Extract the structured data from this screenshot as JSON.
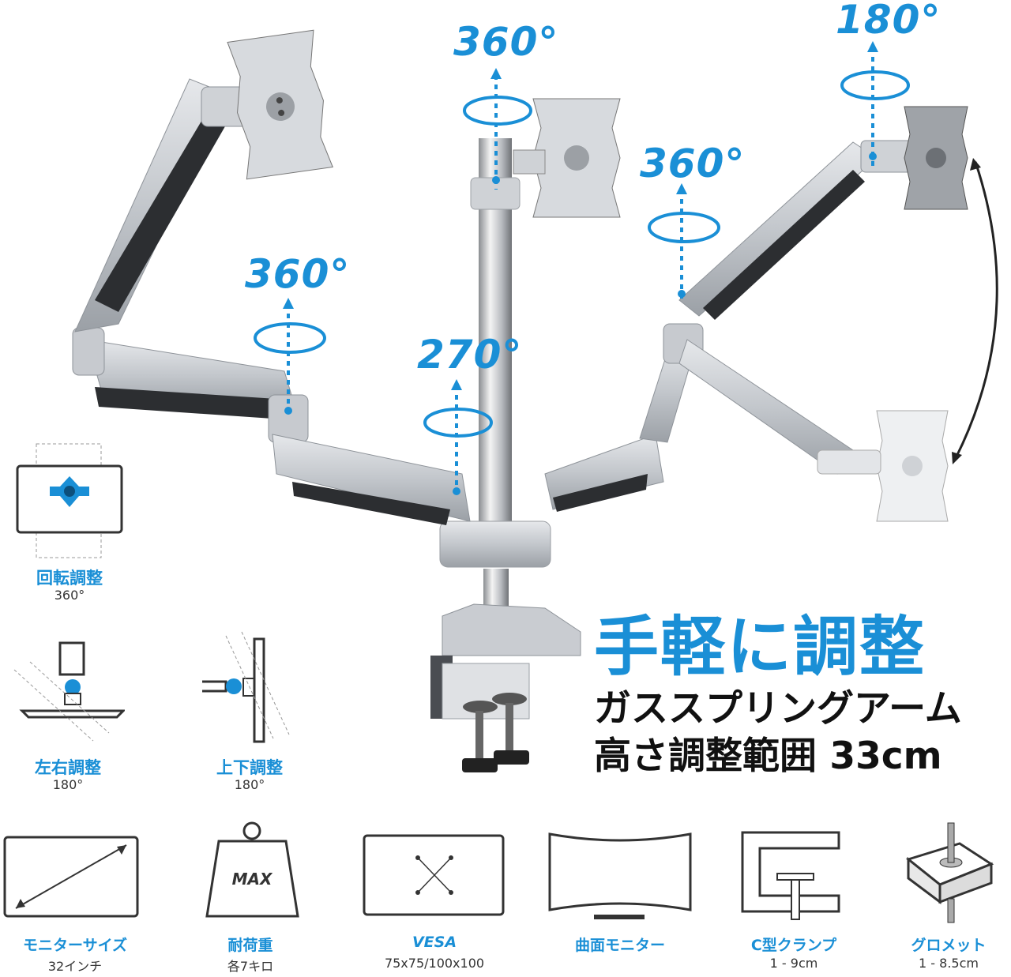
{
  "rotation_labels": {
    "top_center": "360°",
    "top_right": "180°",
    "mid_right": "360°",
    "mid_left": "360°",
    "center": "270°"
  },
  "adjustments": [
    {
      "title": "回転調整",
      "value": "360°"
    },
    {
      "title": "左右調整",
      "value": "180°"
    },
    {
      "title": "上下調整",
      "value": "180°"
    }
  ],
  "headline": "手軽に調整",
  "subline1": "ガススプリングアーム",
  "subline2": "高さ調整範囲 33cm",
  "features": [
    {
      "icon": "monitor-size-icon",
      "title": "モニターサイズ",
      "value": "32インチ"
    },
    {
      "icon": "weight-icon",
      "title": "耐荷重",
      "value": "各7キロ",
      "icon_text": "MAX"
    },
    {
      "icon": "vesa-icon",
      "title": "VESA",
      "value": "75x75/100x100"
    },
    {
      "icon": "curved-monitor-icon",
      "title": "曲面モニター",
      "value": ""
    },
    {
      "icon": "c-clamp-icon",
      "title": "C型クランプ",
      "value": "1 - 9cm"
    },
    {
      "icon": "grommet-icon",
      "title": "グロメット",
      "value": "1 - 8.5cm"
    }
  ],
  "colors": {
    "accent": "#1a8fd6",
    "arm": "#c9ccd1",
    "arm_dark": "#8e9399",
    "text": "#111111"
  }
}
